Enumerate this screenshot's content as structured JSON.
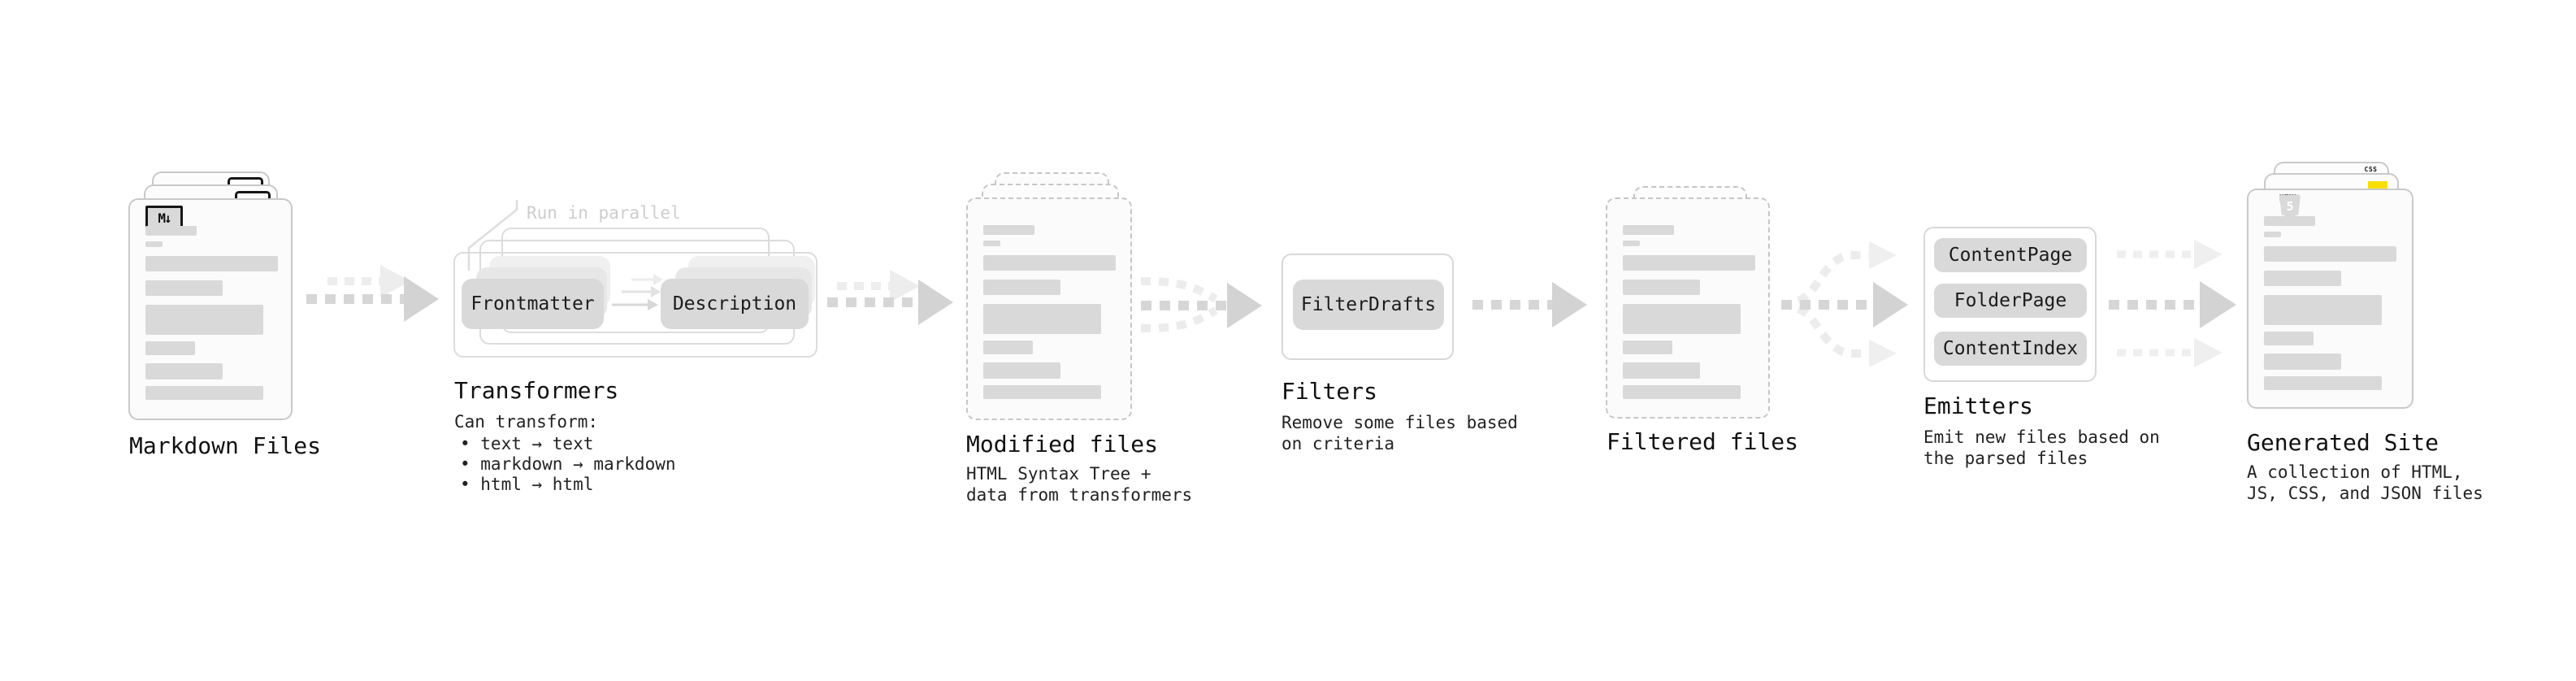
{
  "pipeline": {
    "markdown_files": {
      "label": "Markdown Files",
      "logo_text": "M↓"
    },
    "transformers": {
      "parallel_note": "Run in parallel",
      "steps": [
        "Frontmatter",
        "Description"
      ],
      "label": "Transformers",
      "desc_title": "Can transform:",
      "bullets": [
        "• text → text",
        "• markdown → markdown",
        "• html → html"
      ]
    },
    "modified_files": {
      "label": "Modified files",
      "desc": "HTML Syntax Tree +\ndata from transformers"
    },
    "filters": {
      "buttons": [
        "FilterDrafts"
      ],
      "label": "Filters",
      "desc": "Remove some files based\non criteria"
    },
    "filtered_files": {
      "label": "Filtered files"
    },
    "emitters": {
      "buttons": [
        "ContentPage",
        "FolderPage",
        "ContentIndex"
      ],
      "label": "Emitters",
      "desc": "Emit new files based on\nthe parsed files"
    },
    "generated_site": {
      "label": "Generated Site",
      "desc": "A collection of HTML,\nJS, CSS, and JSON files",
      "html5_badge_word": "HTML",
      "html5_badge_number": "5",
      "css_badge_word": "CSS"
    }
  },
  "colors": {
    "html5_orange": "#e54d26",
    "js_yellow": "#f8df00",
    "css_blue": "#2563e8",
    "bar_gray": "#d9d9d9",
    "chip_gray": "#d9d9d9",
    "arrow_gray": "#d6d6d6",
    "arrow_light": "#ededed"
  }
}
